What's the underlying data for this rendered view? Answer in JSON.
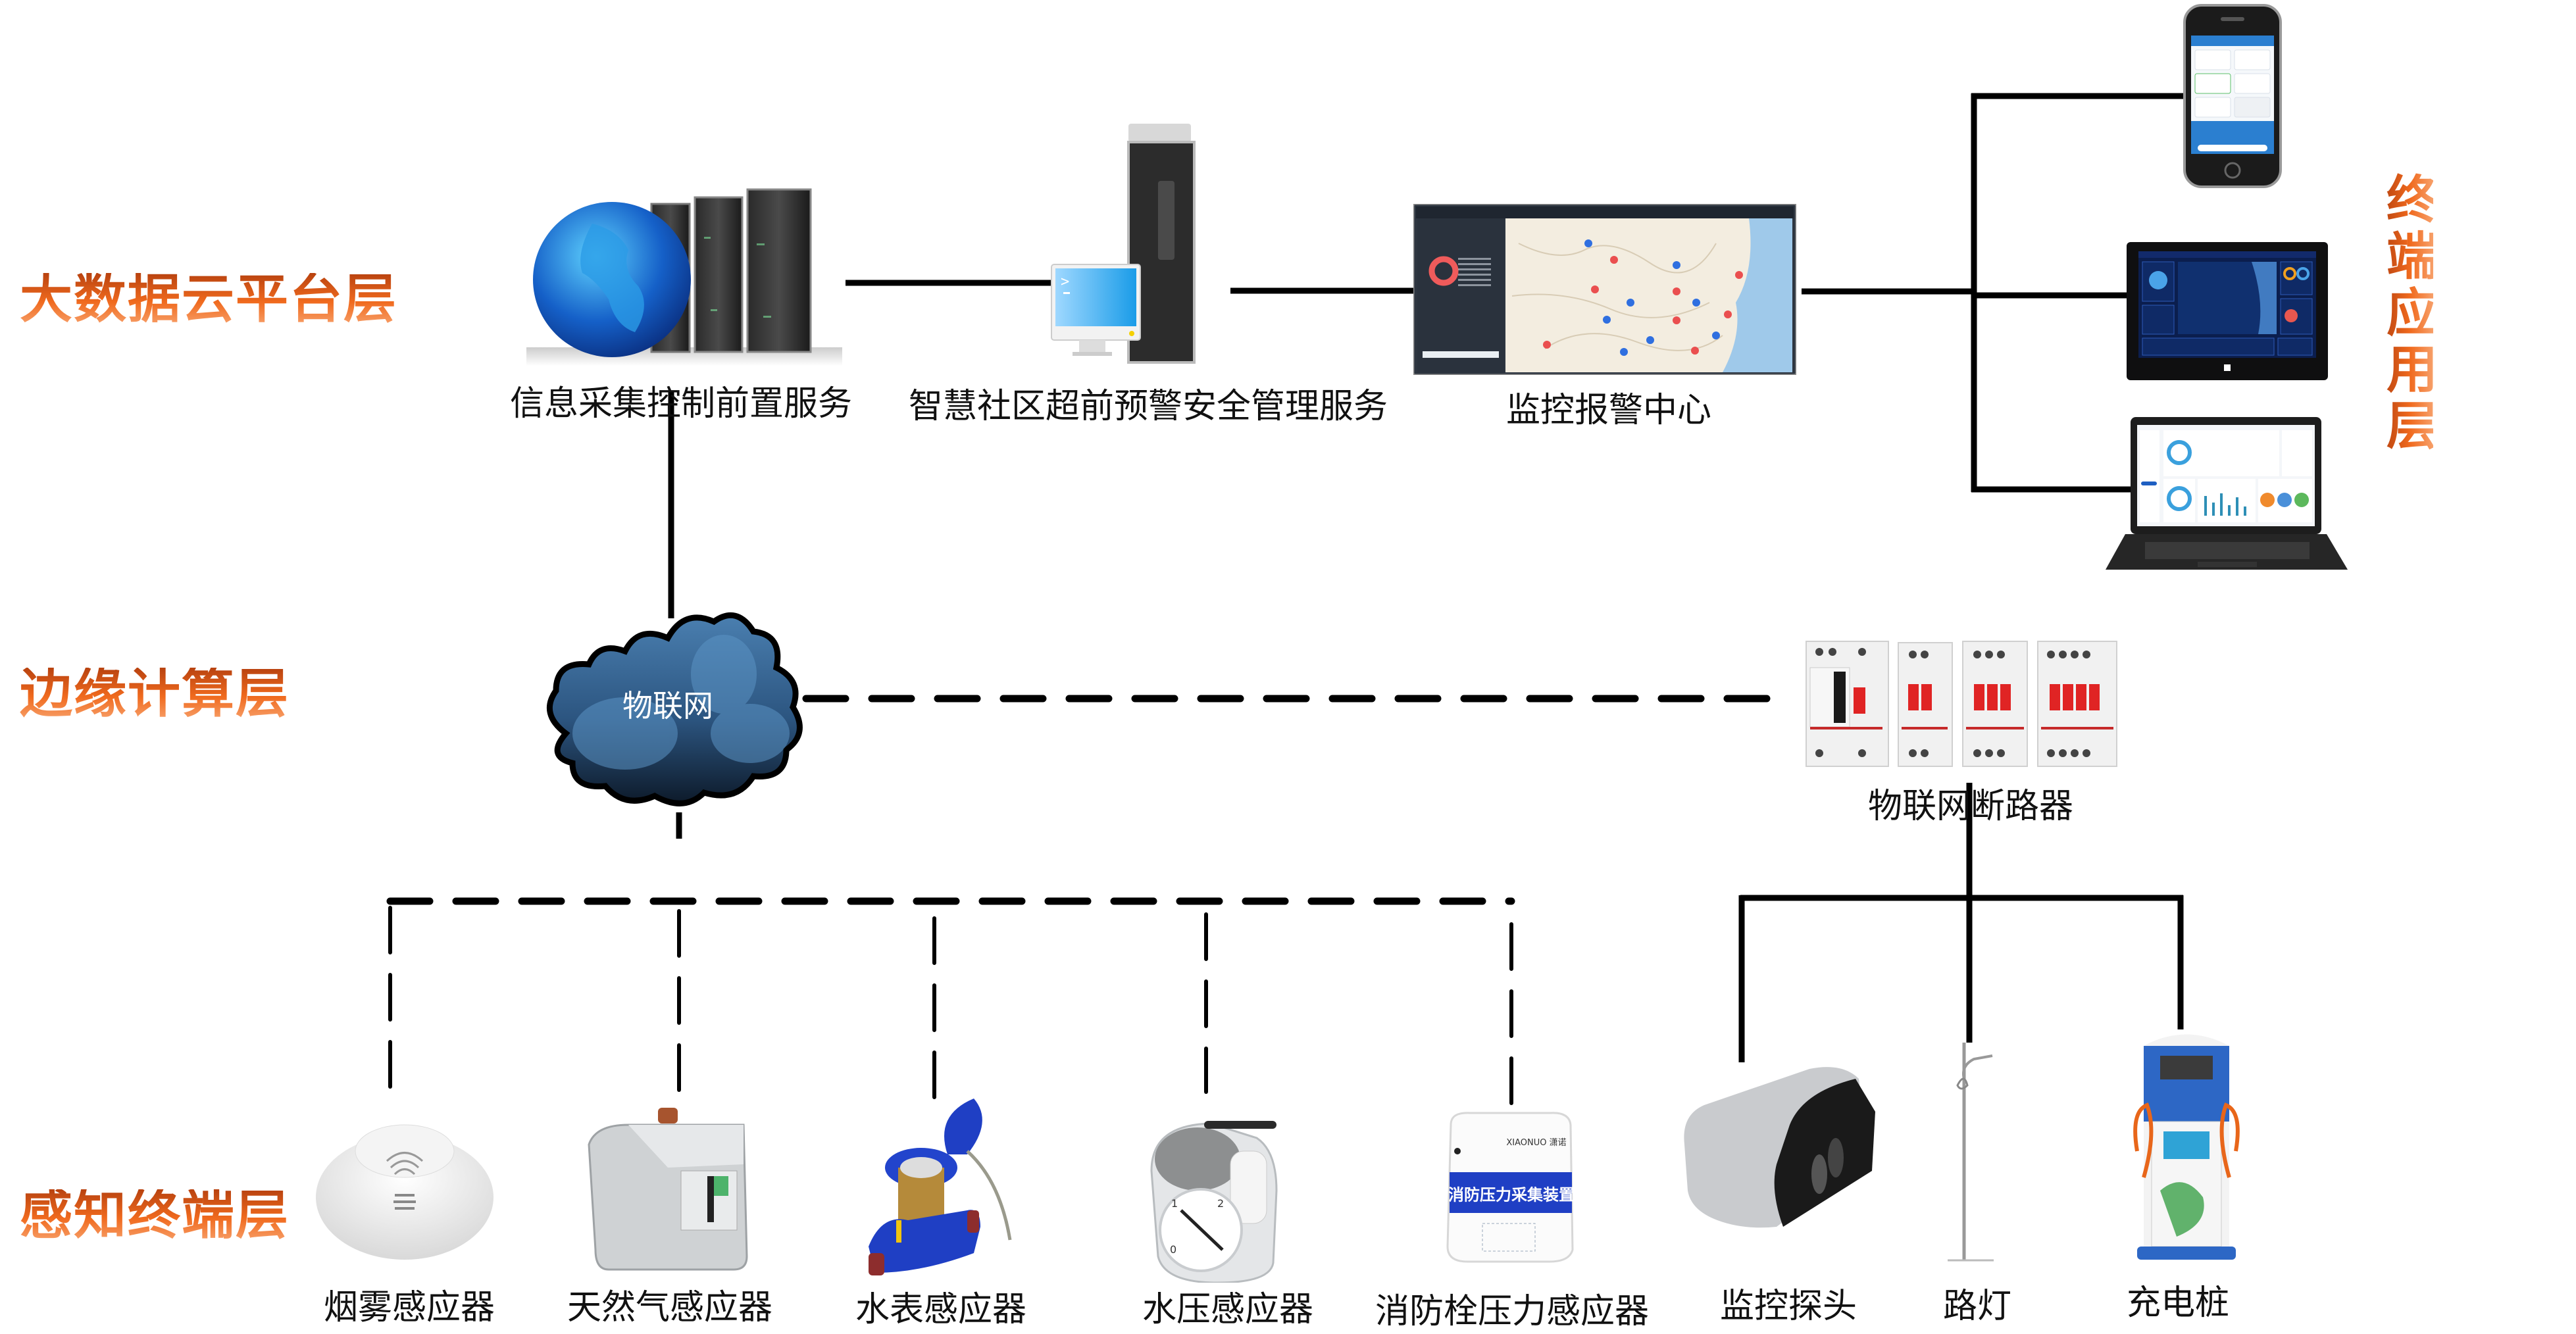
{
  "diagram": {
    "layers": {
      "cloud": "大数据云平台层",
      "edge": "边缘计算层",
      "sensing": "感知终端层",
      "terminal": "终端应用层"
    },
    "cloud_layer_nodes": [
      {
        "id": "front-server",
        "label": "信息采集控制前置服务",
        "icon": "globe-server-rack-icon"
      },
      {
        "id": "mgmt-server",
        "label": "智慧社区超前预警安全管理服务",
        "icon": "workstation-tower-icon"
      },
      {
        "id": "monitor-center",
        "label": "监控报警中心",
        "icon": "map-monitor-screen-icon"
      }
    ],
    "terminal_devices": [
      {
        "id": "phone",
        "icon": "smartphone-icon"
      },
      {
        "id": "tablet",
        "icon": "tablet-dashboard-icon"
      },
      {
        "id": "laptop",
        "icon": "laptop-dashboard-icon"
      }
    ],
    "edge_layer_nodes": [
      {
        "id": "iot-cloud",
        "label": "物联网",
        "icon": "cloud-icon"
      },
      {
        "id": "iot-breaker",
        "label": "物联网断路器",
        "icon": "circuit-breaker-icon"
      }
    ],
    "sensing_nodes": [
      {
        "id": "smoke",
        "label": "烟雾感应器",
        "icon": "smoke-detector-icon"
      },
      {
        "id": "gas",
        "label": "天然气感应器",
        "icon": "gas-meter-icon"
      },
      {
        "id": "water-meter",
        "label": "水表感应器",
        "icon": "water-meter-icon"
      },
      {
        "id": "water-pressure",
        "label": "水压感应器",
        "icon": "pressure-gauge-icon"
      },
      {
        "id": "hydrant-pressure",
        "label": "消防栓压力感应器",
        "icon": "hydrant-pressure-box-icon",
        "device_text": "消防压力采集装置",
        "brand": "XIAONUO 潇诺"
      },
      {
        "id": "camera",
        "label": "监控探头",
        "icon": "security-camera-icon"
      },
      {
        "id": "streetlight",
        "label": "路灯",
        "icon": "street-light-icon"
      },
      {
        "id": "charger",
        "label": "充电桩",
        "icon": "ev-charger-icon"
      }
    ],
    "connections": [
      {
        "from": "front-server",
        "to": "mgmt-server",
        "style": "solid"
      },
      {
        "from": "mgmt-server",
        "to": "monitor-center",
        "style": "solid"
      },
      {
        "from": "monitor-center",
        "to": "phone",
        "style": "solid"
      },
      {
        "from": "monitor-center",
        "to": "tablet",
        "style": "solid"
      },
      {
        "from": "monitor-center",
        "to": "laptop",
        "style": "solid"
      },
      {
        "from": "front-server",
        "to": "iot-cloud",
        "style": "solid"
      },
      {
        "from": "iot-cloud",
        "to": "iot-breaker",
        "style": "dashed"
      },
      {
        "from": "iot-cloud",
        "to": "smoke",
        "style": "dashed"
      },
      {
        "from": "iot-cloud",
        "to": "gas",
        "style": "dashed"
      },
      {
        "from": "iot-cloud",
        "to": "water-meter",
        "style": "dashed"
      },
      {
        "from": "iot-cloud",
        "to": "water-pressure",
        "style": "dashed"
      },
      {
        "from": "iot-cloud",
        "to": "hydrant-pressure",
        "style": "dashed"
      },
      {
        "from": "iot-breaker",
        "to": "camera",
        "style": "solid"
      },
      {
        "from": "iot-breaker",
        "to": "streetlight",
        "style": "solid"
      },
      {
        "from": "iot-breaker",
        "to": "charger",
        "style": "solid"
      }
    ],
    "colors": {
      "layer_title": "#e8601a",
      "line": "#000000",
      "cloud": "#3a6f9e",
      "device_blue": "#1f3fc4"
    }
  }
}
